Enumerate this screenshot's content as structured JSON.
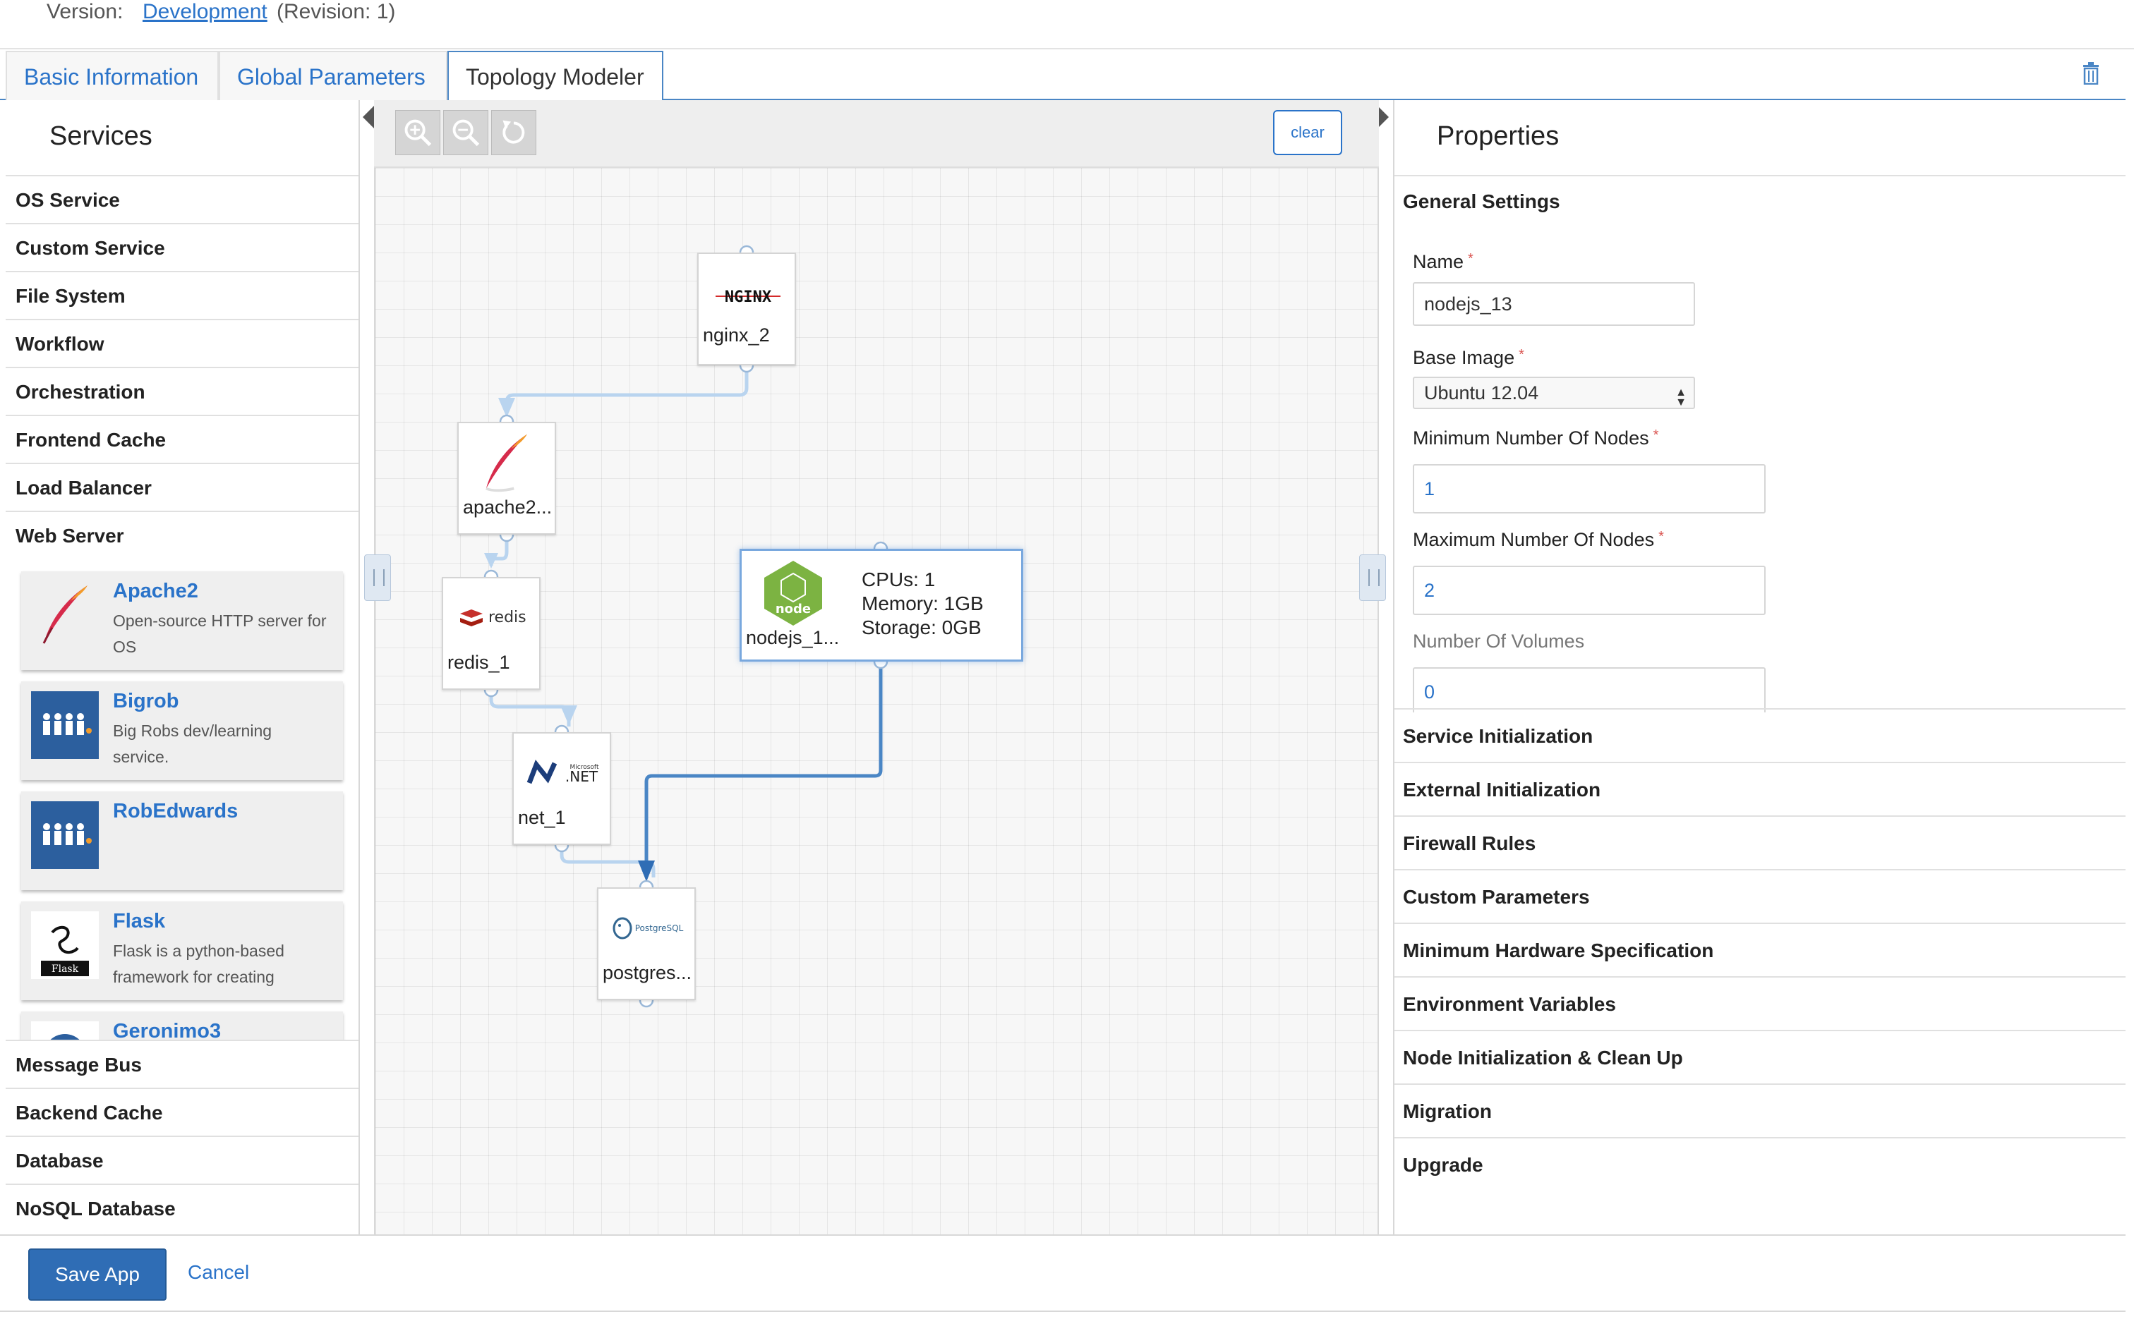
{
  "version": {
    "label": "Version:",
    "link": "Development",
    "revision": "(Revision: 1)"
  },
  "tabs": [
    {
      "label": "Basic Information"
    },
    {
      "label": "Global Parameters"
    },
    {
      "label": "Topology Modeler"
    }
  ],
  "services": {
    "title": "Services",
    "categories_top": [
      "OS Service",
      "Custom Service",
      "File System",
      "Workflow",
      "Orchestration",
      "Frontend Cache",
      "Load Balancer",
      "Web Server"
    ],
    "cards": [
      {
        "name": "Apache2",
        "desc": "Open-source HTTP server for OS",
        "icon": "apache-feather-icon"
      },
      {
        "name": "Bigrob",
        "desc": "Big Robs dev/learning service.",
        "icon": "bigrob-people-icon"
      },
      {
        "name": "RobEdwards",
        "desc": "",
        "icon": "robedwards-people-icon"
      },
      {
        "name": "Flask",
        "desc": "Flask is a python-based framework for creating",
        "icon": "flask-icon",
        "icon_text": "Flask"
      },
      {
        "name": "Geronimo3",
        "desc": "",
        "icon": "geronimo-icon"
      }
    ],
    "categories_bottom": [
      "Message Bus",
      "Backend Cache",
      "Database",
      "NoSQL Database"
    ]
  },
  "canvas": {
    "clear_label": "clear",
    "tools": [
      "zoom-in-icon",
      "zoom-out-icon",
      "reset-icon"
    ],
    "nodes": {
      "nginx": {
        "label": "nginx_2",
        "logo_text": "NGINX"
      },
      "apache": {
        "label": "apache2..."
      },
      "redis": {
        "label": "redis_1",
        "logo_text": "redis"
      },
      "net": {
        "label": "net_1",
        "logo_text": ".NET",
        "logo_sub": "Microsoft"
      },
      "postgres": {
        "label": "postgres...",
        "logo_text": "PostgreSQL"
      },
      "nodejs": {
        "label": "nodejs_1...",
        "logo_text": "node",
        "cpus": "CPUs: 1",
        "memory": "Memory: 1GB",
        "storage": "Storage: 0GB"
      }
    }
  },
  "properties": {
    "title": "Properties",
    "general_header": "General Settings",
    "name_label": "Name",
    "name_value": "nodejs_13",
    "base_image_label": "Base Image",
    "base_image_value": "Ubuntu 12.04",
    "min_nodes_label": "Minimum Number Of Nodes",
    "min_nodes_value": "1",
    "max_nodes_label": "Maximum Number Of Nodes",
    "max_nodes_value": "2",
    "volumes_label": "Number Of Volumes",
    "volumes_value": "0",
    "required_mark": "*",
    "sections": [
      "Service Initialization",
      "External Initialization",
      "Firewall Rules",
      "Custom Parameters",
      "Minimum Hardware Specification",
      "Environment Variables",
      "Node Initialization & Clean Up",
      "Migration",
      "Upgrade"
    ]
  },
  "footer": {
    "save_label": "Save App",
    "cancel_label": "Cancel"
  },
  "colors": {
    "accent": "#2a73c9",
    "save": "#2f6db5",
    "link_line": "#4a86c5",
    "link_faint": "#b9d4ef",
    "node_green": "#7cb342"
  }
}
